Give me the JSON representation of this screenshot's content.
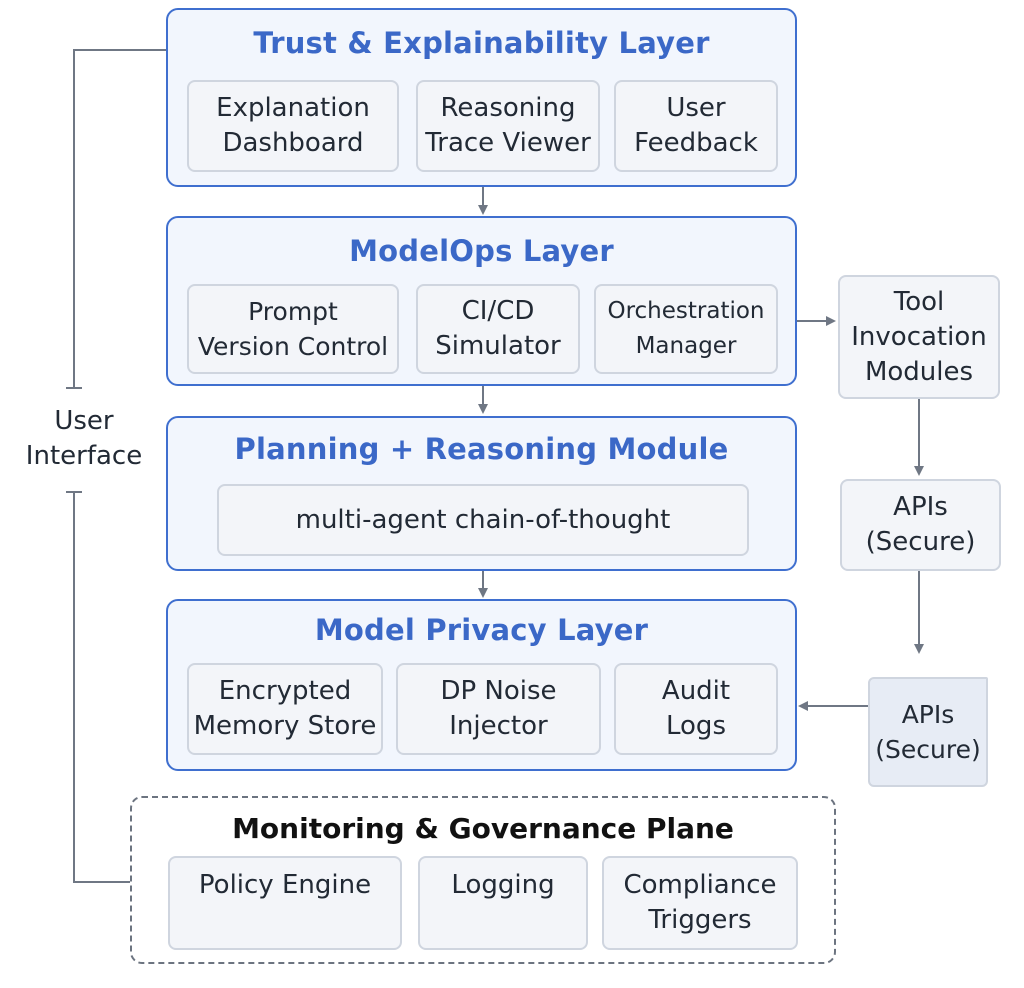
{
  "layers": {
    "trust": {
      "title": "Trust & Explainability Layer",
      "cards": [
        "Explanation\nDashboard",
        "Reasoning\nTrace Viewer",
        "User\nFeedback"
      ]
    },
    "modelops": {
      "title": "ModelOps Layer",
      "cards": [
        "Prompt\nVersion Control",
        "CI/CD\nSimulator",
        "Orchestration\nManager"
      ]
    },
    "planning": {
      "title": "Planning + Reasoning Module",
      "cards": [
        "multi-agent chain-of-thought"
      ]
    },
    "privacy": {
      "title": "Model Privacy Layer",
      "cards": [
        "Encrypted\nMemory Store",
        "DP Noise\nInjector",
        "Audit\nLogs"
      ]
    },
    "governance": {
      "title": "Monitoring & Governance Plane",
      "cards": [
        "Policy Engine",
        "Logging",
        "Compliance\nTriggers"
      ]
    }
  },
  "side": {
    "tool": "Tool\nInvocation\nModules",
    "apis1": "APIs\n(Secure)",
    "apis2": "APIs\n(Secure)"
  },
  "user_interface": "User\nInterface",
  "colors": {
    "layer_border": "#3f6fcf",
    "layer_title": "#3b68c7",
    "connector": "#6f7784"
  }
}
